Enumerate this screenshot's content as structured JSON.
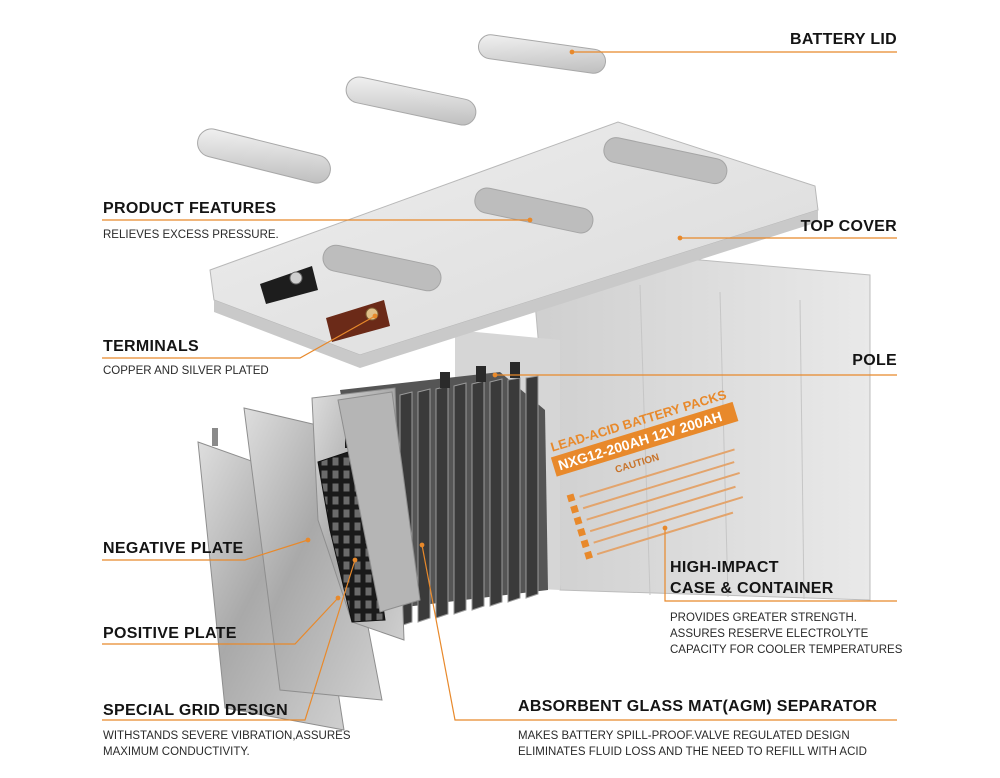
{
  "colors": {
    "accent": "#E8892B",
    "text": "#141414",
    "label_orange": "#C8732A"
  },
  "battery": {
    "label_lines": [
      "LEAD-ACID BATTERY PACKS",
      "NXG12-200AH 12V 200AH"
    ],
    "caution": "CAUTION"
  },
  "callouts": {
    "battery_lid": {
      "title": "BATTERY LID"
    },
    "product_features": {
      "title": "PRODUCT FEATURES",
      "desc": [
        "RELIEVES EXCESS PRESSURE."
      ]
    },
    "top_cover": {
      "title": "TOP COVER"
    },
    "terminals": {
      "title": "TERMINALS",
      "desc": [
        "COPPER AND SILVER PLATED"
      ]
    },
    "pole": {
      "title": "POLE"
    },
    "high_impact": {
      "title_lines": [
        "HIGH-IMPACT",
        "CASE & CONTAINER"
      ],
      "desc": [
        "PROVIDES GREATER STRENGTH.",
        "ASSURES RESERVE ELECTROLYTE",
        "CAPACITY FOR COOLER TEMPERATURES"
      ]
    },
    "negative_plate": {
      "title": "NEGATIVE PLATE"
    },
    "positive_plate": {
      "title": "POSITIVE PLATE"
    },
    "special_grid": {
      "title": "SPECIAL GRID DESIGN",
      "desc": [
        "WITHSTANDS SEVERE VIBRATION,ASSURES",
        "MAXIMUM CONDUCTIVITY."
      ]
    },
    "agm_separator": {
      "title": "ABSORBENT GLASS MAT(AGM) SEPARATOR",
      "desc": [
        "MAKES BATTERY SPILL-PROOF.VALVE REGULATED DESIGN",
        "ELIMINATES FLUID LOSS AND THE NEED TO REFILL WITH ACID"
      ]
    }
  }
}
